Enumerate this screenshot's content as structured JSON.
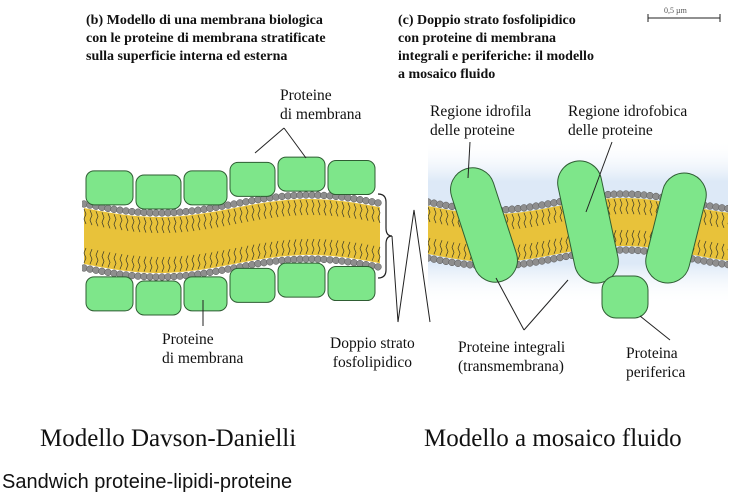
{
  "panel_b": {
    "heading": "(b) Modello di una membrana biologica\ncon le proteine di membrana stratificate\nsulla superficie interna ed esterna",
    "label_top_proteins": "Proteine\ndi membrana",
    "label_bottom_proteins": "Proteine\ndi membrana",
    "label_bilayer": "Doppio strato\nfosfolipidico"
  },
  "panel_c": {
    "heading": "(c) Doppio strato fosfolipidico\ncon proteine di membrana\nintegrali e periferiche: il modello\na mosaico fluido",
    "scale_label": "0,5 µm",
    "label_hydrophilic": "Regione idrofila\ndelle proteine",
    "label_hydrophobic": "Regione idrofobica\ndelle proteine",
    "label_integral": "Proteine integrali\n(transmembrana)",
    "label_peripheral": "Proteina\nperiferica"
  },
  "captions": {
    "left_model": "Modello Davson-Danielli",
    "right_model": "Modello a mosaico fluido",
    "subtitle": "Sandwich proteine-lipidi-proteine"
  },
  "colors": {
    "protein": "#7ee68a",
    "protein_stroke": "#2f5d33",
    "lipid_head": "#8e8e8e",
    "lipid_tail": "#e8c23a",
    "background_panel_c": "#dde9f7"
  }
}
